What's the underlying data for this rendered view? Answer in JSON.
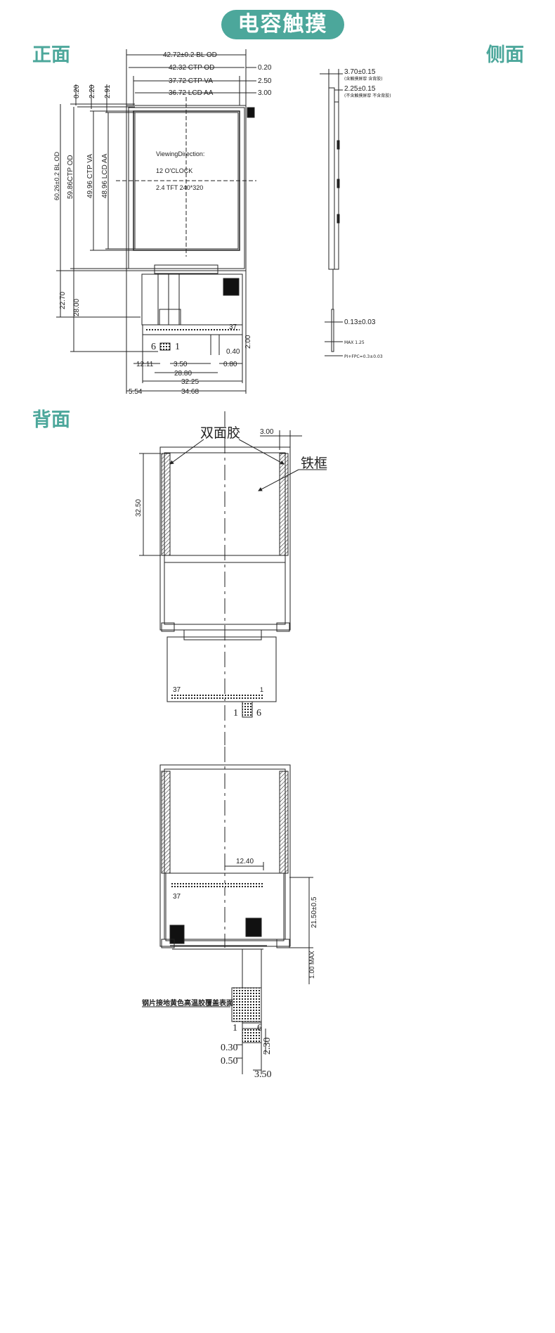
{
  "title": "电容触摸",
  "sections": {
    "front": "正面",
    "side": "侧面",
    "back": "背面"
  },
  "front": {
    "top_dims": [
      "42.72±0.2 BL OD",
      "42.32 CTP OD",
      "37.72 CTP VA",
      "36.72 LCD AA"
    ],
    "right_dims": [
      "0.20",
      "2.50",
      "3.00"
    ],
    "left_top_dims": [
      "0.20",
      "2.20",
      "2.91"
    ],
    "left_dims": [
      "60.26±0.2 BL OD",
      "59.86CTP OD",
      "49.96 CTP VA",
      "48.96 LCD AA"
    ],
    "screen_text": [
      "ViewingDirection:",
      "12 O'CLOCK",
      "2.4 TFT 240*320"
    ],
    "fpc_left_dims": [
      "22.70",
      "28.00"
    ],
    "fpc_right_dims": [
      "2.00",
      "0.40"
    ],
    "pin_labels": [
      "6",
      "1",
      "37"
    ],
    "bottom_dims": [
      "12.11",
      "3.50",
      "0.80",
      "28.80",
      "32.25",
      "5.54",
      "34.68"
    ]
  },
  "side": {
    "dims": [
      "3.70±0.15",
      "(含触摸屏厚 含背胶)",
      "2.25±0.15",
      "(不含触摸屏厚 不含背胶)",
      "0.13±0.03",
      "MAX 1.25",
      "PI+FPC=0.3±0.03"
    ]
  },
  "back1": {
    "tape_label": "双面胶",
    "frame_label": "铁框",
    "dim_top": "3.00",
    "dim_left": "32.50",
    "pin_labels": [
      "37",
      "1",
      "1",
      "6"
    ]
  },
  "back2": {
    "dim_width": "12.40",
    "dim_right": "21.50±0.5",
    "dim_fpc": "1.00 MAX",
    "pin_label": "37",
    "note": "钢片接地黄色高温胶覆盖表面",
    "tail_dims": [
      "0.30",
      "0.50",
      "2.30",
      "3.50"
    ],
    "tail_pins": [
      "1",
      "6"
    ]
  }
}
